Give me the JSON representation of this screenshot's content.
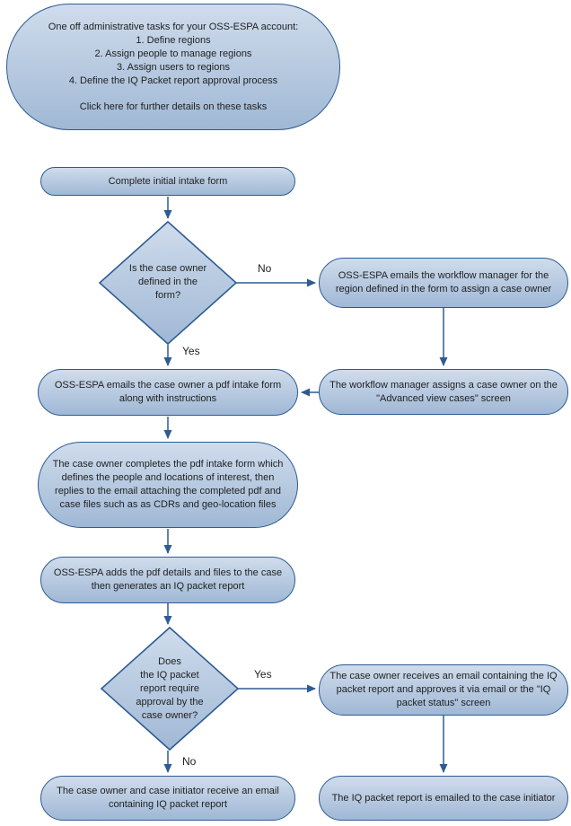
{
  "diagram": {
    "title_bubble": {
      "tasks_text": "One off administrative tasks for your OSS-ESPA account:\n1. Define regions\n2. Assign people to manage regions\n3. Assign users to regions\n4. Define the IQ Packet report approval process",
      "click_here_text": "Click here for further details on these tasks"
    },
    "nodes": {
      "intake": {
        "label": "Complete initial intake form"
      },
      "owner_defined_decision": {
        "label": "Is the case owner\ndefined in the\nform?"
      },
      "email_workflow_manager": {
        "label": "OSS-ESPA emails the workflow manager for the region defined in the form to assign a case owner"
      },
      "workflow_assigns_owner": {
        "label": "The workflow manager assigns a case owner on the \"Advanced view cases\" screen"
      },
      "email_case_owner": {
        "label": "OSS-ESPA emails the case owner a pdf intake form along with instructions"
      },
      "case_owner_completes": {
        "label": "The case owner completes the pdf intake form which defines the people and locations of interest, then replies to the email attaching the completed pdf and case files such as as CDRs and geo-location files"
      },
      "adds_pdf_details": {
        "label": "OSS-ESPA adds the pdf details and files to the case then generates an IQ packet report"
      },
      "approval_decision": {
        "label": "Does\nthe IQ packet\nreport require\napproval by the\ncase owner?"
      },
      "owner_receives_email": {
        "label": "The case owner receives an email containing the IQ packet report and approves it via email or the \"IQ packet status\" screen"
      },
      "report_emailed_initiator": {
        "label": "The IQ packet report is emailed to the case initiator"
      },
      "owner_initiator_receive": {
        "label": "The case owner and case initiator receive an email containing IQ packet report"
      }
    },
    "edge_labels": {
      "no1": "No",
      "yes1": "Yes",
      "yes2": "Yes",
      "no2": "No"
    },
    "colors": {
      "shape_border": "#2E5B93",
      "shape_fill_top": "#CFDCEC",
      "shape_fill_bottom": "#A0B8D5",
      "arrow": "#2E5B93",
      "text": "#1F1F1F"
    }
  }
}
